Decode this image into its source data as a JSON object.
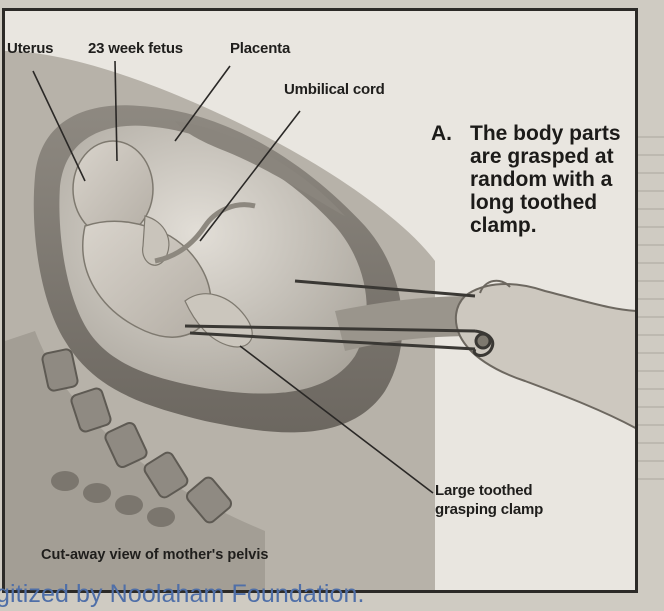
{
  "labels": {
    "uterus": "Uterus",
    "fetus": "23 week fetus",
    "placenta": "Placenta",
    "umbilical_cord": "Umbilical cord",
    "clamp": [
      "Large toothed",
      "grasping clamp"
    ]
  },
  "note": {
    "letter": "A.",
    "lines": [
      "The body parts",
      "are grasped at",
      "random with a",
      "long toothed",
      "clamp."
    ]
  },
  "caption": "Cut-away view of mother's pelvis",
  "watermark": "gitized by Noolaham Foundation.",
  "colors": {
    "frame": "#2c2a27",
    "tissue_dark": "#6f6a63",
    "tissue_mid": "#9c978f",
    "tissue_light": "#c3beb5",
    "watermark": "#4f6fa8"
  }
}
